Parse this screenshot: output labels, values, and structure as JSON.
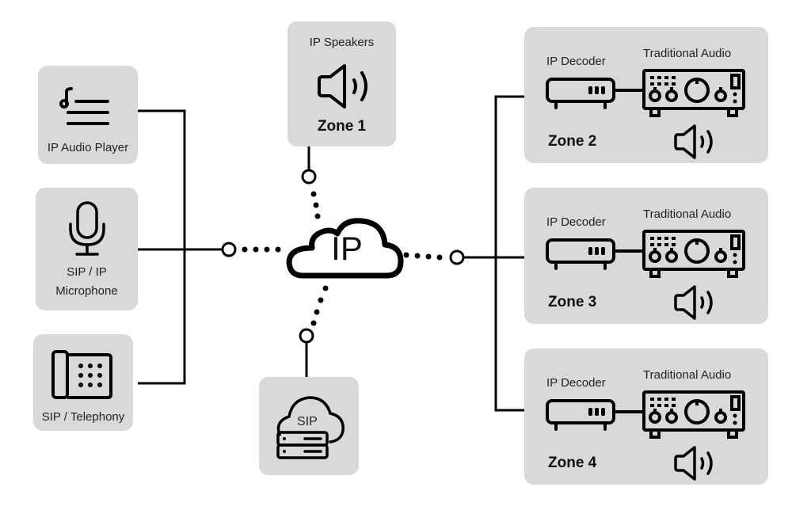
{
  "diagram": {
    "title": "IP audio network topology",
    "hub": {
      "label": "IP",
      "icon": "cloud-icon"
    },
    "sources": [
      {
        "id": "ip-audio-player",
        "label": "IP Audio Player",
        "icon": "music-playlist-icon"
      },
      {
        "id": "sip-ip-microphone",
        "label_line1": "SIP / IP",
        "label_line2": "Microphone",
        "icon": "microphone-icon"
      },
      {
        "id": "sip-telephony",
        "label": "SIP / Telephony",
        "icon": "desk-phone-icon"
      }
    ],
    "ip_speakers": {
      "label": "IP Speakers",
      "zone": "Zone 1",
      "icon": "speaker-icon"
    },
    "sip_server": {
      "label": "SIP",
      "icon": "cloud-server-icon"
    },
    "zones": [
      {
        "zone": "Zone 2",
        "decoder_label": "IP Decoder",
        "amp_label": "Traditional Audio"
      },
      {
        "zone": "Zone 3",
        "decoder_label": "IP Decoder",
        "amp_label": "Traditional Audio"
      },
      {
        "zone": "Zone 4",
        "decoder_label": "IP Decoder",
        "amp_label": "Traditional Audio"
      }
    ],
    "colors": {
      "box": "#d9d9db",
      "line": "#000000",
      "text": "#222222"
    }
  }
}
